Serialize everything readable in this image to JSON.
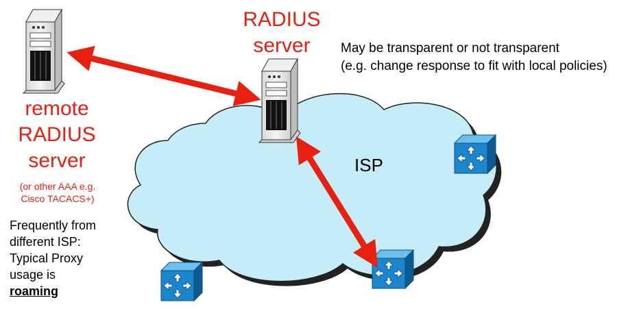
{
  "labels": {
    "radius_server": [
      "RADIUS",
      "server"
    ],
    "remote_server": [
      "remote",
      "RADIUS",
      "server"
    ],
    "aaa_note": [
      "(or other AAA e.g.",
      "Cisco TACACS+)"
    ],
    "transparency_note": [
      "May be transparent or not transparent",
      "(e.g. change response to fit with local policies)"
    ],
    "isp": "ISP",
    "proxy_note": [
      "Frequently from",
      "different ISP:",
      "Typical Proxy",
      "usage is"
    ],
    "proxy_emphasis": "roaming"
  },
  "colors": {
    "accent_red": "#e8200f",
    "cloud_fill": "#c6ecf8",
    "cloud_stroke": "#222222",
    "router_blue": "#1c86cc"
  },
  "icons": [
    "server-icon",
    "router-icon"
  ]
}
